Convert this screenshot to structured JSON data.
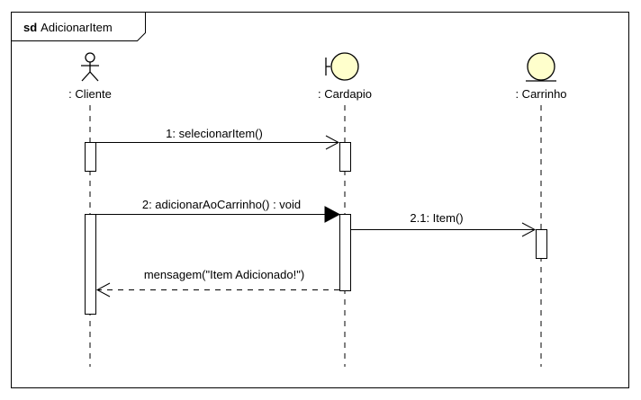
{
  "frame": {
    "keyword": "sd",
    "name": "AdicionarItem"
  },
  "lifelines": [
    {
      "name": ": Cliente",
      "kind": "actor"
    },
    {
      "name": ": Cardapio",
      "kind": "boundary"
    },
    {
      "name": ": Carrinho",
      "kind": "entity"
    }
  ],
  "messages": [
    {
      "label": "1: selecionarItem()",
      "from": ": Cliente",
      "to": ": Cardapio",
      "style": "async"
    },
    {
      "label": "2: adicionarAoCarrinho() : void",
      "from": ": Cliente",
      "to": ": Cardapio",
      "style": "sync"
    },
    {
      "label": "2.1: Item()",
      "from": ": Cardapio",
      "to": ": Carrinho",
      "style": "async"
    },
    {
      "label": "mensagem(\"Item Adicionado!\")",
      "from": ": Cardapio",
      "to": ": Cliente",
      "style": "return"
    }
  ],
  "colors": {
    "fill": "#ffffcc",
    "line": "#000000"
  }
}
